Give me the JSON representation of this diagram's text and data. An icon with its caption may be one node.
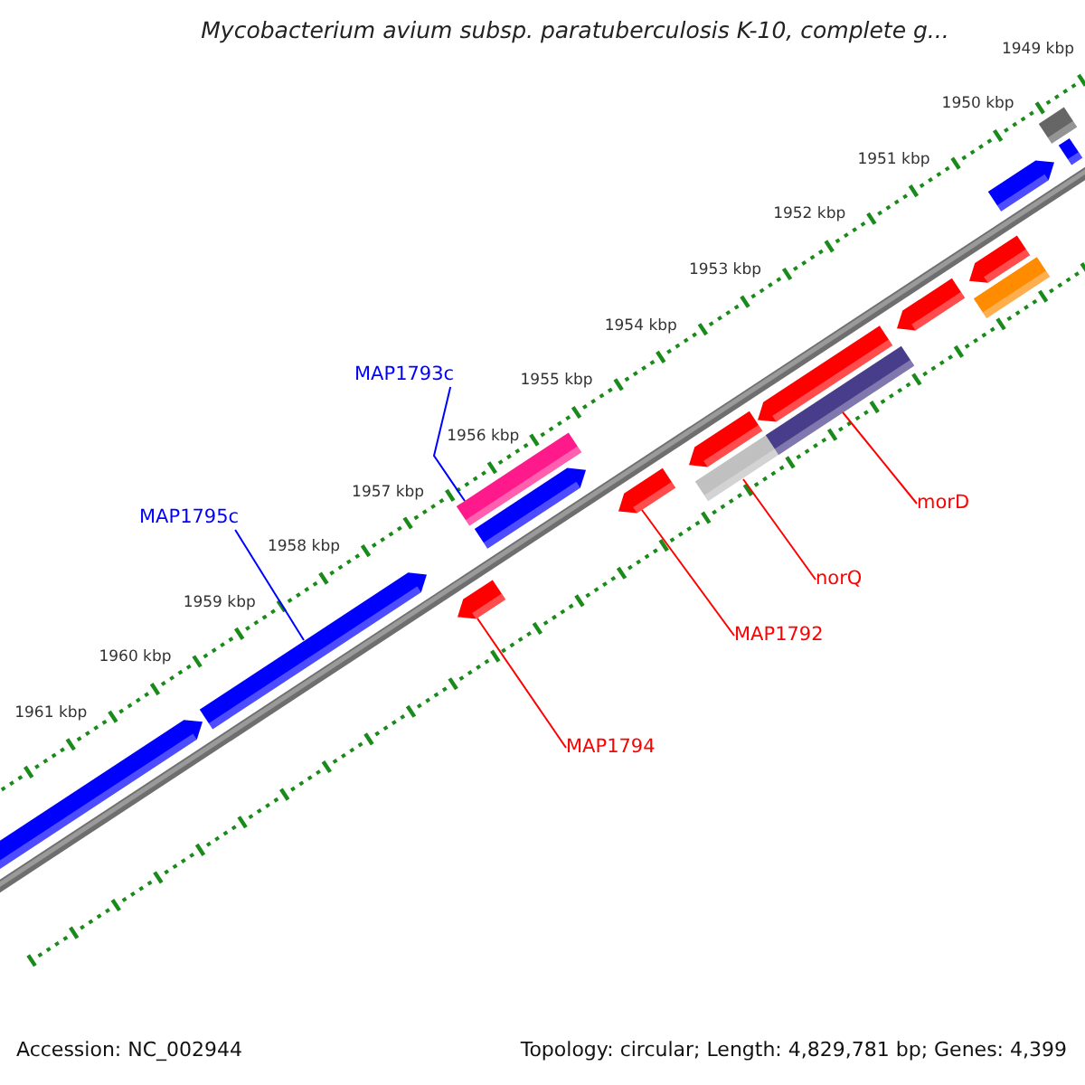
{
  "diagram": {
    "title": "Mycobacterium avium subsp. paratuberculosis K-10, complete g...",
    "nodes": [
      {
        "text": [
          "MAP1793c"
        ]
      },
      {
        "text": [
          "MAP1795c"
        ]
      },
      {
        "text": [
          "morD"
        ]
      },
      {
        "text": [
          "norQ"
        ]
      },
      {
        "text": [
          "MAP1792"
        ]
      },
      {
        "text": [
          "MAP1794"
        ]
      },
      {
        "text": [],
        "shape": "arrow"
      },
      {
        "text": [],
        "shape": "arrow"
      },
      {
        "text": [],
        "shape": "arrow"
      },
      {
        "text": [],
        "shape": "bar"
      },
      {
        "text": [],
        "shape": "arrow"
      },
      {
        "text": [],
        "shape": "arrow"
      },
      {
        "text": [],
        "shape": "arrow"
      },
      {
        "text": [],
        "shape": "bar"
      },
      {
        "text": [],
        "shape": "arrow"
      },
      {
        "text": [],
        "shape": "bar"
      },
      {
        "text": [],
        "shape": "arrow"
      },
      {
        "text": [],
        "shape": "arrow"
      },
      {
        "text": [],
        "shape": "bar"
      },
      {
        "text": [],
        "shape": "arrow"
      },
      {
        "text": [],
        "shape": "bar"
      },
      {
        "text": [],
        "shape": "bar"
      }
    ],
    "edges": [
      {
        "from": 0,
        "to": 9,
        "arrow": "none",
        "color": "#0000ff"
      },
      {
        "from": 1,
        "to": 7,
        "arrow": "none",
        "color": "#0000ff"
      },
      {
        "from": 2,
        "to": 15,
        "arrow": "none"
      },
      {
        "from": 3,
        "to": 13,
        "arrow": "none"
      },
      {
        "from": 4,
        "to": 11,
        "arrow": "none"
      },
      {
        "from": 5,
        "to": 8,
        "arrow": "none"
      }
    ],
    "labels": [
      "1949 kbp",
      "1950 kbp",
      "1951 kbp",
      "1952 kbp",
      "1953 kbp",
      "1954 kbp",
      "1955 kbp",
      "1956 kbp",
      "1957 kbp",
      "1958 kbp",
      "1959 kbp",
      "1960 kbp",
      "1961 kbp",
      "Accession: NC_002944",
      "Topology: circular; Length: 4,829,781 bp; Genes: 4,399"
    ]
  }
}
